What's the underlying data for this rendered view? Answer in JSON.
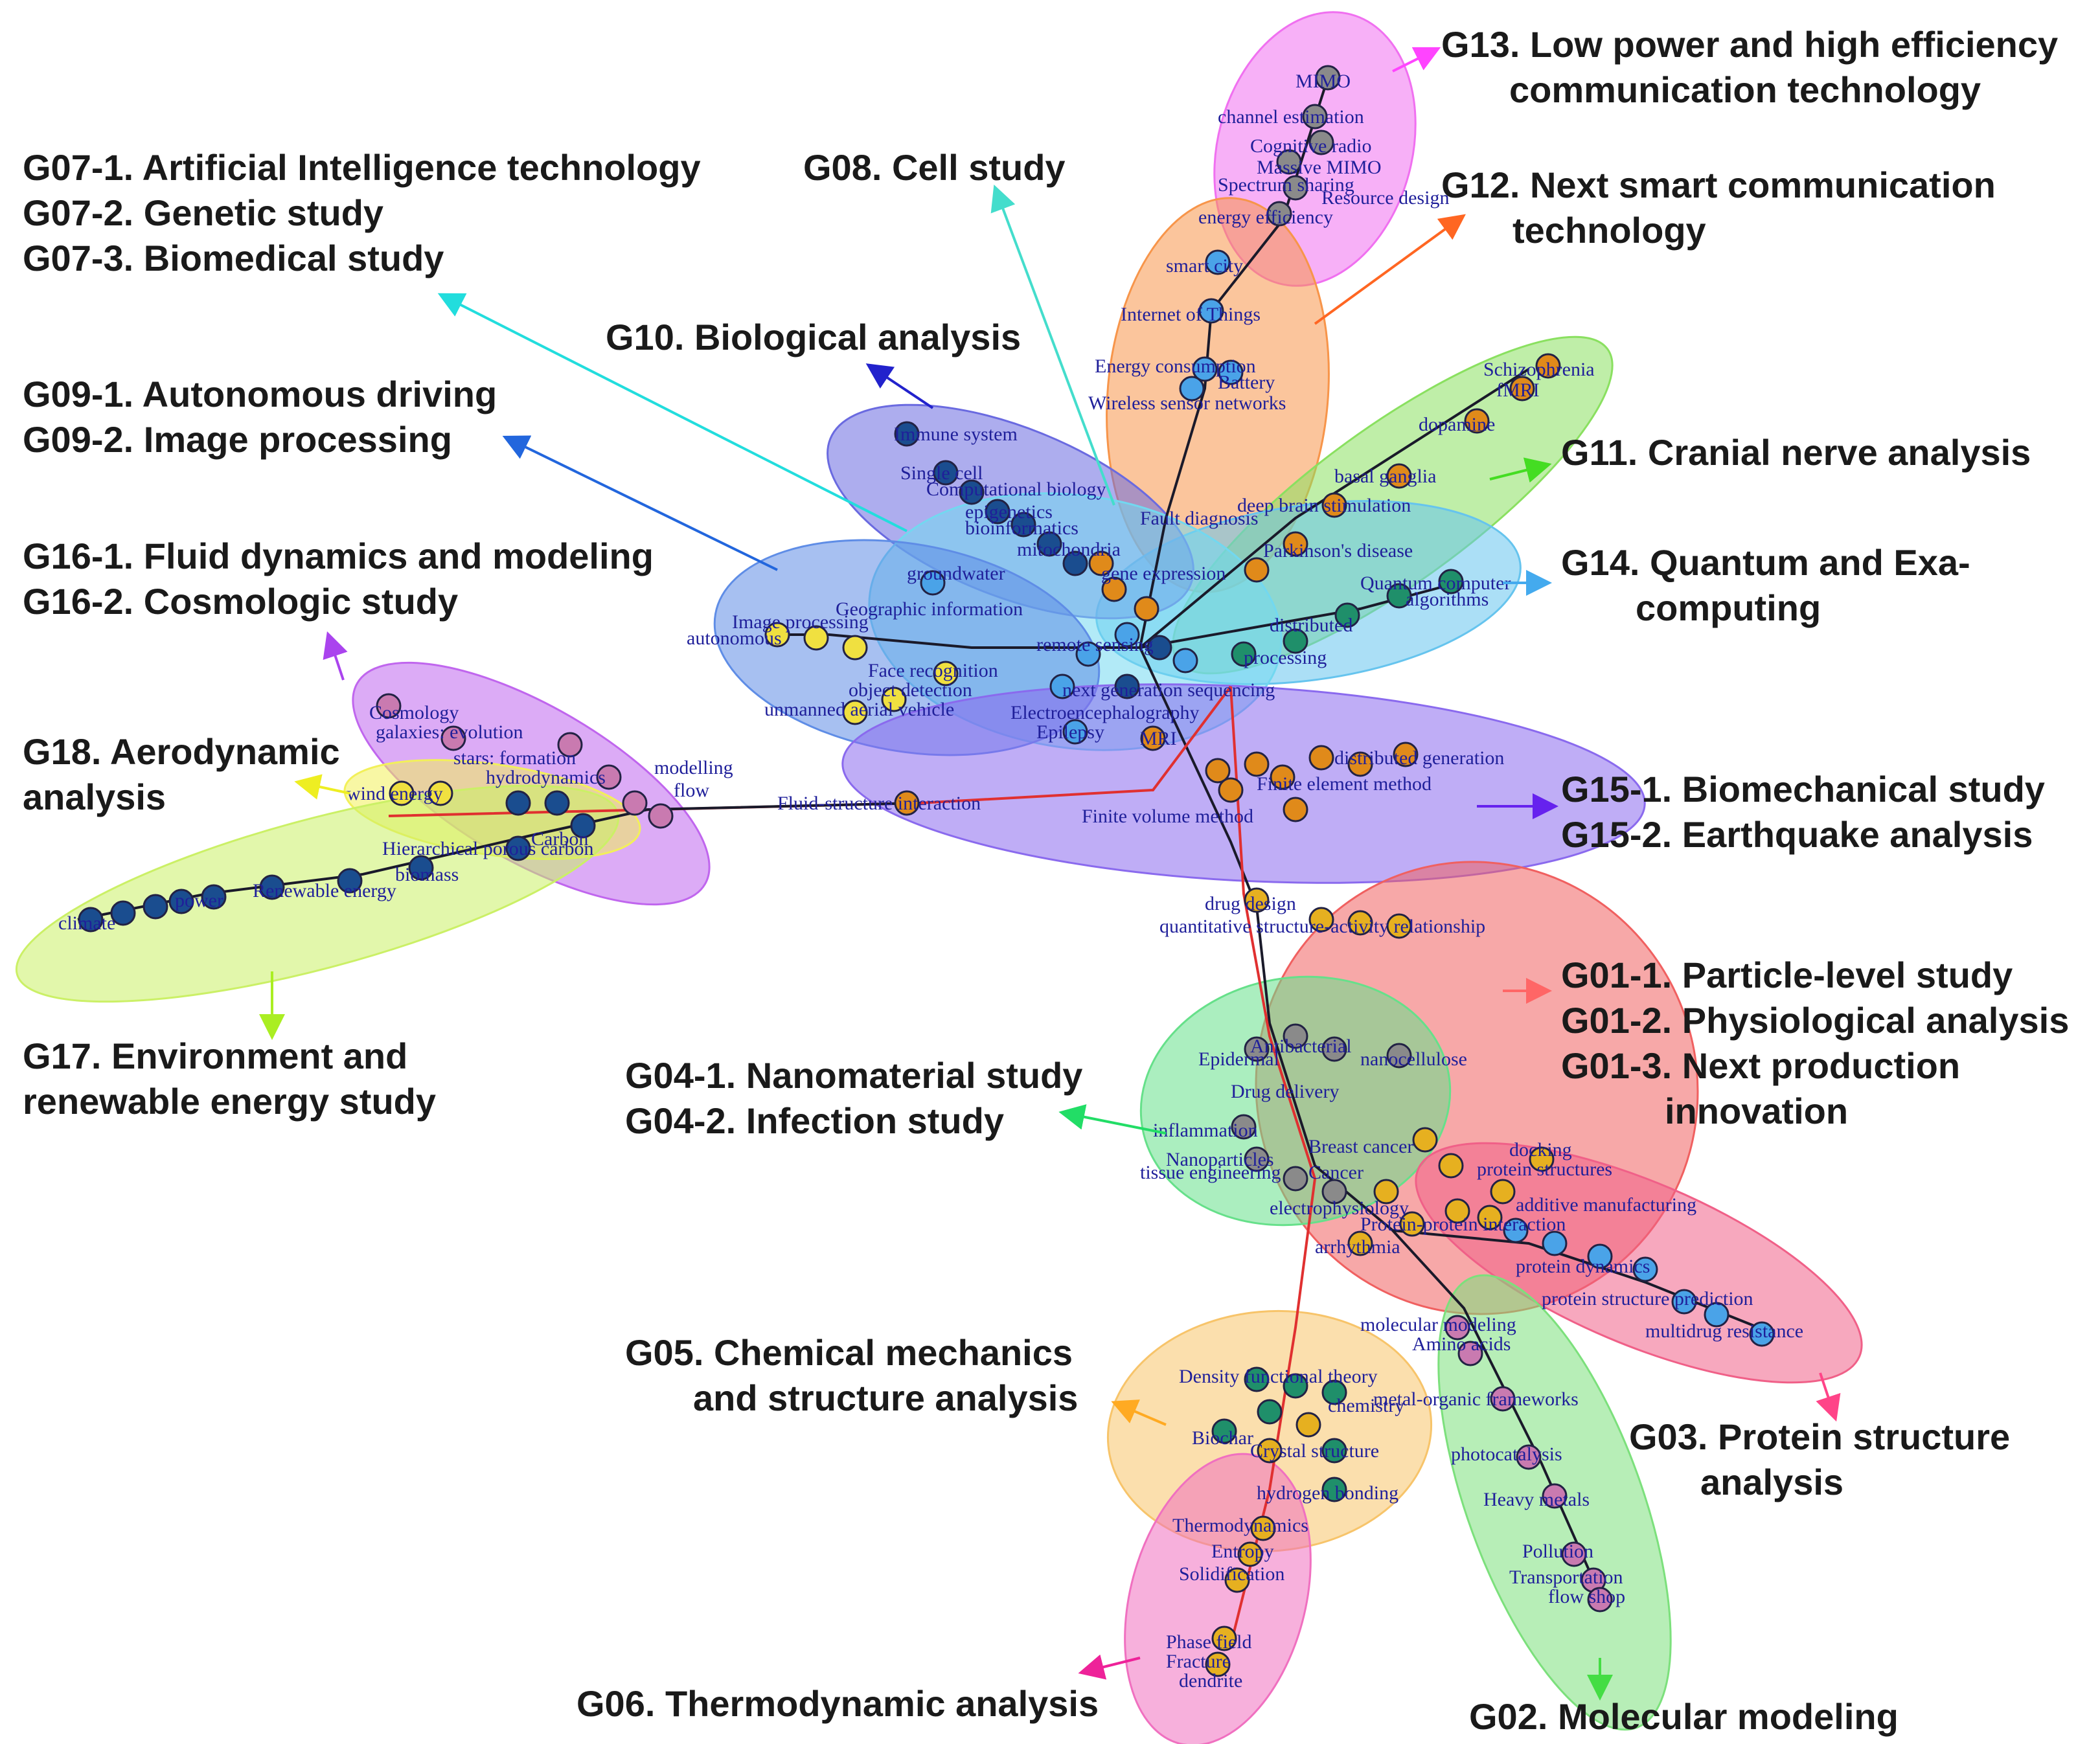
{
  "groups": [
    {
      "id": "G13",
      "lines": [
        "G13. Low power and high efficiency",
        "communication technology"
      ],
      "color": "#ff44ff",
      "hull_color": "#f070f0"
    },
    {
      "id": "G12",
      "lines": [
        "G12. Next smart communication",
        "technology"
      ],
      "color": "#ff6622",
      "hull_color": "#f7954a"
    },
    {
      "id": "G08",
      "lines": [
        "G08. Cell study"
      ],
      "color": "#44ddcc",
      "hull_color": "#7ee0e0"
    },
    {
      "id": "G07",
      "lines": [
        "G07-1. Artificial Intelligence technology",
        "G07-2. Genetic study",
        "G07-3. Biomedical study"
      ],
      "color": "#22dddd",
      "hull_color": "#72d8f0"
    },
    {
      "id": "G10",
      "lines": [
        "G10. Biological analysis"
      ],
      "color": "#2222cc",
      "hull_color": "#6a6ae0"
    },
    {
      "id": "G09",
      "lines": [
        "G09-1. Autonomous driving",
        "G09-2. Image processing"
      ],
      "color": "#2266dd",
      "hull_color": "#5f8de6"
    },
    {
      "id": "G11",
      "lines": [
        "G11. Cranial nerve analysis"
      ],
      "color": "#44dd22",
      "hull_color": "#8ae060"
    },
    {
      "id": "G14",
      "lines": [
        "G14. Quantum and Exa-",
        "computing"
      ],
      "color": "#44aaee",
      "hull_color": "#66c4ee"
    },
    {
      "id": "G16",
      "lines": [
        "G16-1. Fluid dynamics and modeling",
        "G16-2. Cosmologic study"
      ],
      "color": "#aa44ee",
      "hull_color": "#c066ee"
    },
    {
      "id": "G18",
      "lines": [
        "G18. Aerodynamic",
        "analysis"
      ],
      "color": "#eeee22",
      "hull_color": "#f2f05a"
    },
    {
      "id": "G15",
      "lines": [
        "G15-1. Biomechanical study",
        "G15-2. Earthquake analysis"
      ],
      "color": "#6622ee",
      "hull_color": "#8a6aee"
    },
    {
      "id": "G17",
      "lines": [
        "G17. Environment and",
        "renewable energy study"
      ],
      "color": "#aaee22",
      "hull_color": "#cbf066"
    },
    {
      "id": "G01",
      "lines": [
        "G01-1. Particle-level study",
        "G01-2. Physiological analysis",
        "G01-3. Next production",
        "innovation"
      ],
      "color": "#ff6666",
      "hull_color": "#f06060"
    },
    {
      "id": "G04",
      "lines": [
        "G04-1. Nanomaterial study",
        "G04-2. Infection study"
      ],
      "color": "#22dd66",
      "hull_color": "#66e08a"
    },
    {
      "id": "G03",
      "lines": [
        "G03. Protein structure",
        "analysis"
      ],
      "color": "#ff4488",
      "hull_color": "#f06088"
    },
    {
      "id": "G05",
      "lines": [
        "G05. Chemical mechanics",
        "and structure analysis"
      ],
      "color": "#ffaa22",
      "hull_color": "#f7c46a"
    },
    {
      "id": "G02",
      "lines": [
        "G02. Molecular modeling"
      ],
      "color": "#44dd44",
      "hull_color": "#7ce07c"
    },
    {
      "id": "G06",
      "lines": [
        "G06. Thermodynamic analysis"
      ],
      "color": "#ee2299",
      "hull_color": "#f070c0"
    }
  ],
  "node_colors": {
    "dark_blue": "#1a4d8f",
    "light_blue": "#4aa3e8",
    "orange": "#e08a1a",
    "gold": "#e6b020",
    "pink": "#c97ab0",
    "gray": "#8a8a8a",
    "teal": "#1f8f6a",
    "yellow": "#f0e040",
    "node_outline": "#222244",
    "edge_dark": "#1a1a2a",
    "edge_red": "#e03030"
  },
  "keywords": {
    "g13": [
      "MIMO",
      "channel estimation",
      "Cognitive radio",
      "Massive MIMO",
      "Spectrum sharing",
      "Resource design",
      "energy efficiency"
    ],
    "g12": [
      "smart city",
      "Internet of Things",
      "Energy consumption",
      "Battery",
      "Wireless sensor networks"
    ],
    "g11": [
      "Schizophrenia",
      "fMRI",
      "dopamine",
      "basal ganglia",
      "deep brain stimulation",
      "Parkinson's disease"
    ],
    "g14": [
      "Quantum computer",
      "algorithms",
      "distributed",
      "processing"
    ],
    "g10": [
      "Immune system",
      "Single cell",
      "Computational biology",
      "epigenetics",
      "bioinformatics",
      "mitochondria",
      "gene expression",
      "Fault diagnosis"
    ],
    "g09": [
      "Image processing",
      "autonomous",
      "Geographic information",
      "groundwater",
      "Face recognition",
      "object detection",
      "unmanned aerial vehicle",
      "remote sensing",
      "next generation sequencing"
    ],
    "g15": [
      "Electroencephalography",
      "Epilepsy",
      "MRI",
      "Finite element method",
      "Finite volume method",
      "distributed generation",
      "Fluid-structure interaction"
    ],
    "g16": [
      "Cosmology",
      "galaxies: evolution",
      "stars: formation",
      "hydrodynamics",
      "modelling",
      "flow"
    ],
    "g18": [
      "wind energy"
    ],
    "g17": [
      "Hierarchical porous carbon",
      "Carbon",
      "biomass",
      "Renewable energy",
      "power",
      "climate"
    ],
    "g01": [
      "drug design",
      "quantitative structure-activity relationship",
      "Breast cancer",
      "Cancer",
      "Protein-protein interaction",
      "additive manufacturing",
      "arrhythmia",
      "protein structures",
      "docking"
    ],
    "g04": [
      "Antibacterial",
      "nanocellulose",
      "Epidermal",
      "Drug delivery",
      "inflammation",
      "Nanoparticles",
      "tissue engineering",
      "electrophysiology"
    ],
    "g03": [
      "protein dynamics",
      "protein structure prediction",
      "multidrug resistance"
    ],
    "g05": [
      "Density functional theory",
      "Biochar",
      "Crystal structure",
      "hydrogen bonding",
      "chemistry"
    ],
    "g02": [
      "molecular modeling",
      "Amino acids",
      "metal-organic frameworks",
      "photocatalysis",
      "Heavy metals",
      "Pollution",
      "Transportation",
      "flow shop"
    ],
    "g06": [
      "Thermodynamics",
      "Entropy",
      "Solidification",
      "Phase field",
      "Fracture",
      "dendrite"
    ]
  }
}
